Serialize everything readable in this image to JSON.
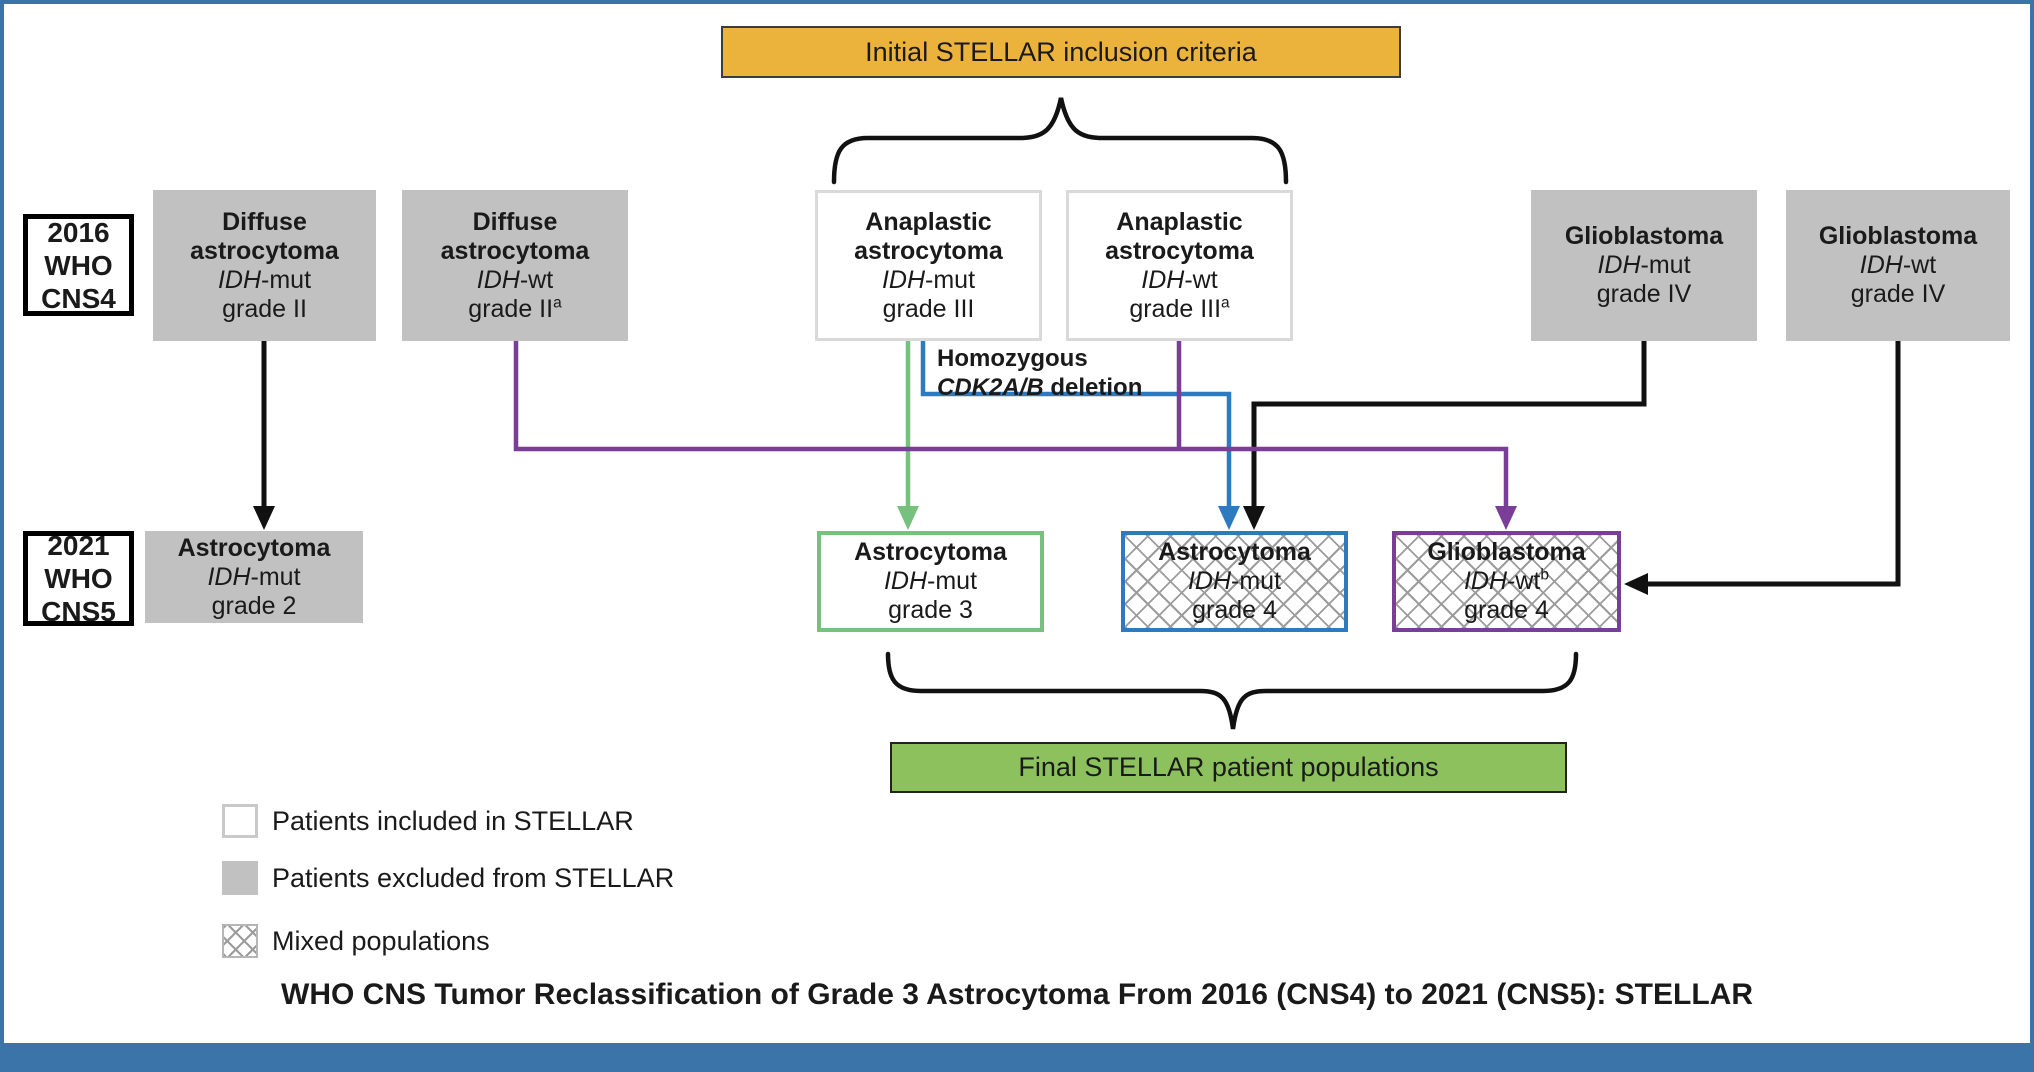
{
  "banners": {
    "top": "Initial STELLAR inclusion criteria",
    "bottom": "Final STELLAR patient populations"
  },
  "eras": [
    {
      "line1": "2016",
      "line2": "WHO",
      "line3": "CNS4"
    },
    {
      "line1": "2021",
      "line2": "WHO",
      "line3": "CNS5"
    }
  ],
  "boxes_2016": [
    {
      "name": "Diffuse astrocytoma",
      "gene": "IDH",
      "gene_suffix": "-mut",
      "grade": "grade II"
    },
    {
      "name": "Diffuse astrocytoma",
      "gene": "IDH",
      "gene_suffix": "-wt",
      "grade": "grade II",
      "grade_sup": "a"
    },
    {
      "name": "Anaplastic astrocytoma",
      "gene": "IDH",
      "gene_suffix": "-mut",
      "grade": "grade III"
    },
    {
      "name": "Anaplastic astrocytoma",
      "gene": "IDH",
      "gene_suffix": "-wt",
      "grade": "grade III",
      "grade_sup": "a"
    },
    {
      "name": "Glioblastoma",
      "gene": "IDH",
      "gene_suffix": "-mut",
      "grade": "grade IV"
    },
    {
      "name": "Glioblastoma",
      "gene": "IDH",
      "gene_suffix": "-wt",
      "grade": "grade IV"
    }
  ],
  "boxes_2021": [
    {
      "name": "Astrocytoma",
      "gene": "IDH",
      "gene_suffix": "-mut",
      "grade": "grade 2"
    },
    {
      "name": "Astrocytoma",
      "gene": "IDH",
      "gene_suffix": "-mut",
      "grade": "grade 3"
    },
    {
      "name": "Astrocytoma",
      "gene": "IDH",
      "gene_suffix": "-mut",
      "grade": "grade 4"
    },
    {
      "name": "Glioblastoma",
      "gene": "IDH",
      "gene_suffix": "-wt",
      "gene_sup": "b",
      "grade": "grade 4"
    }
  ],
  "annotation": {
    "line1": "Homozygous",
    "gene": "CDK2A/B",
    "rest": " deletion"
  },
  "legend": {
    "items": [
      {
        "label": "Patients included in STELLAR"
      },
      {
        "label": "Patients excluded from STELLAR"
      },
      {
        "label": "Mixed populations"
      }
    ]
  },
  "title": "WHO CNS Tumor Reclassification of Grade 3 Astrocytoma From 2016 (CNS4) to 2021 (CNS5): STELLAR",
  "colors": {
    "frame_blue": "#3a74a8",
    "banner_orange": "#ebb23c",
    "banner_green": "#8cc15e",
    "excluded_gray": "#c1c1c1",
    "included_border_gray": "#d9d9d9",
    "green_line": "#77c17e",
    "blue_line": "#2e7abf",
    "purple_line": "#7a3e98",
    "black_line": "#111111"
  }
}
